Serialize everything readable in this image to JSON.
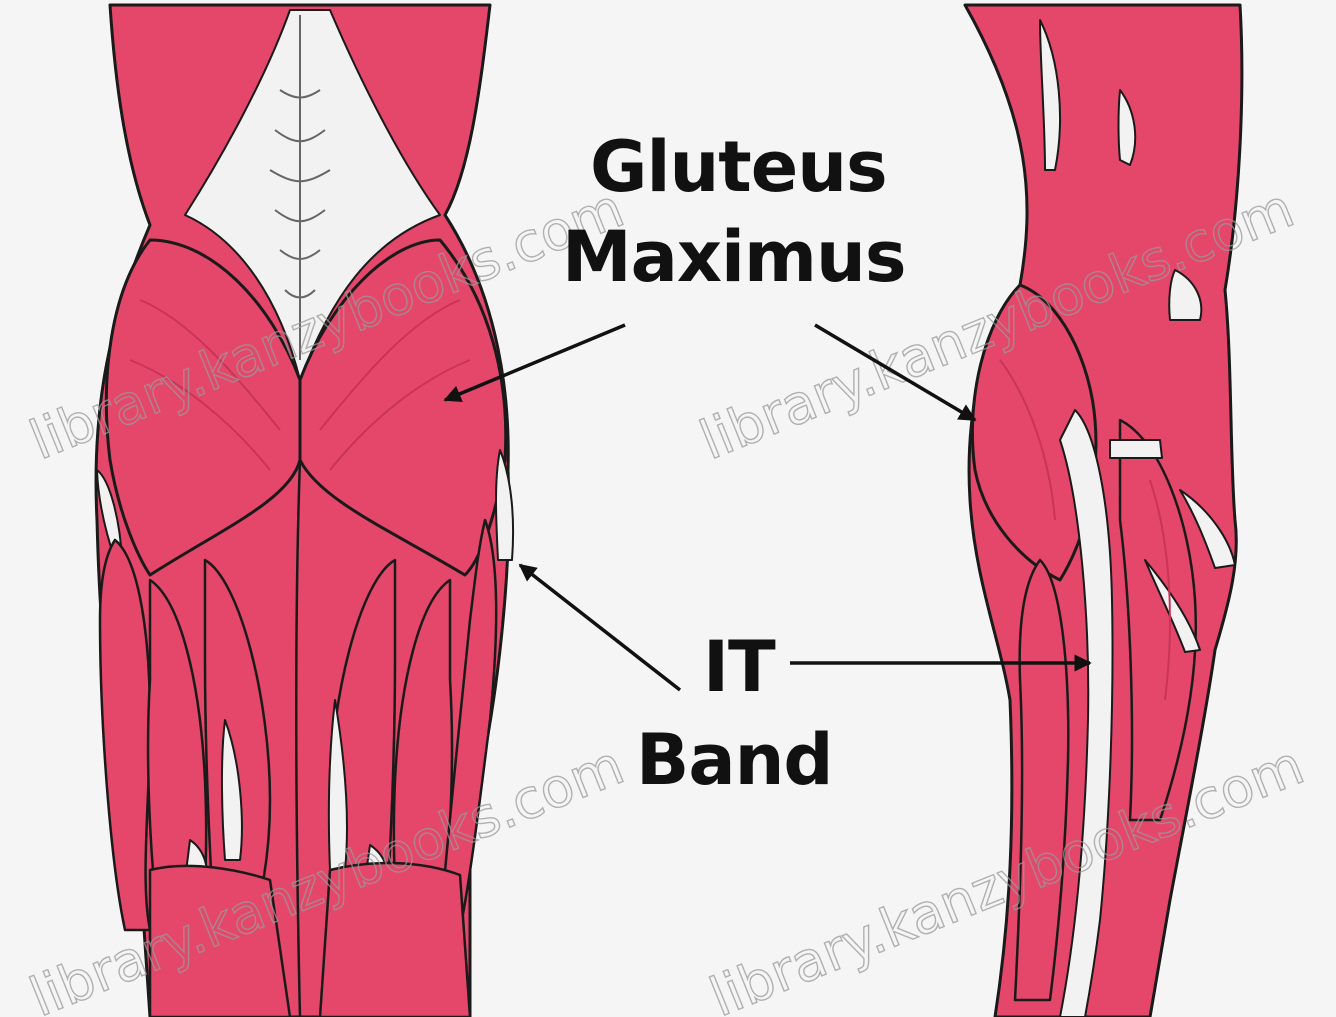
{
  "labels": {
    "gluteus_line1": "Gluteus",
    "gluteus_line2": "Maximus",
    "it_line1": "IT",
    "it_line2": "Band"
  },
  "watermarks": [
    "library.kanzybooks.com",
    "library.kanzybooks.com",
    "library.kanzybooks.com",
    "library.kanzybooks.com"
  ],
  "colors": {
    "background": "#f5f5f5",
    "muscle": "#e4476a",
    "muscle_dark": "#c93458",
    "tendon": "#f2f2f2",
    "outline": "#1a1a1a",
    "label": "#111111"
  }
}
